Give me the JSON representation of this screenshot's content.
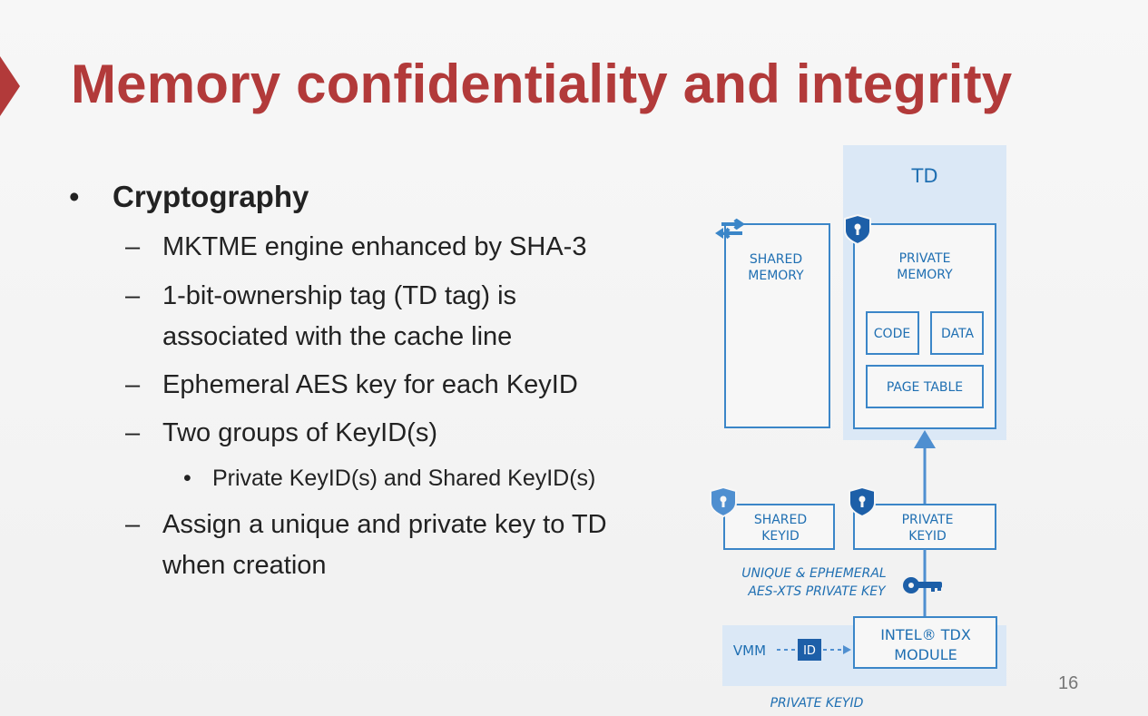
{
  "slide": {
    "title": "Memory confidentiality and integrity",
    "page_number": "16"
  },
  "bullets": {
    "heading": "Cryptography",
    "items": [
      {
        "line1": "MKTME engine enhanced by SHA-3"
      },
      {
        "line1": "1-bit-ownership tag (TD tag) is",
        "line2": "associated with the cache line"
      },
      {
        "line1": "Ephemeral AES key for each KeyID"
      },
      {
        "line1": "Two groups of KeyID(s)",
        "sub": "Private KeyID(s) and Shared KeyID(s)"
      },
      {
        "line1": "Assign a unique and private key to TD",
        "line2": "when creation"
      }
    ],
    "markers": {
      "level1": "•",
      "level2": "–",
      "level3": "•"
    }
  },
  "diagram": {
    "td_label": "TD",
    "shared_memory": [
      "SHARED",
      "MEMORY"
    ],
    "private_memory": [
      "PRIVATE",
      "MEMORY"
    ],
    "code": "CODE",
    "data": "DATA",
    "page_table": "PAGE TABLE",
    "shared_keyid": [
      "SHARED",
      "KEYID"
    ],
    "private_keyid": [
      "PRIVATE",
      "KEYID"
    ],
    "key_caption": [
      "UNIQUE & EPHEMERAL",
      "AES-XTS PRIVATE KEY"
    ],
    "vmm": "VMM",
    "id_badge": "ID",
    "tdx_module": [
      "INTEL® TDX",
      "MODULE"
    ],
    "bottom_caption": "PRIVATE KEYID",
    "colors": {
      "primary_blue": "#1f6fb2",
      "dark_blue": "#1d5fa8",
      "light_panel": "#dbe8f6",
      "accent_red": "#b23a3a"
    }
  }
}
